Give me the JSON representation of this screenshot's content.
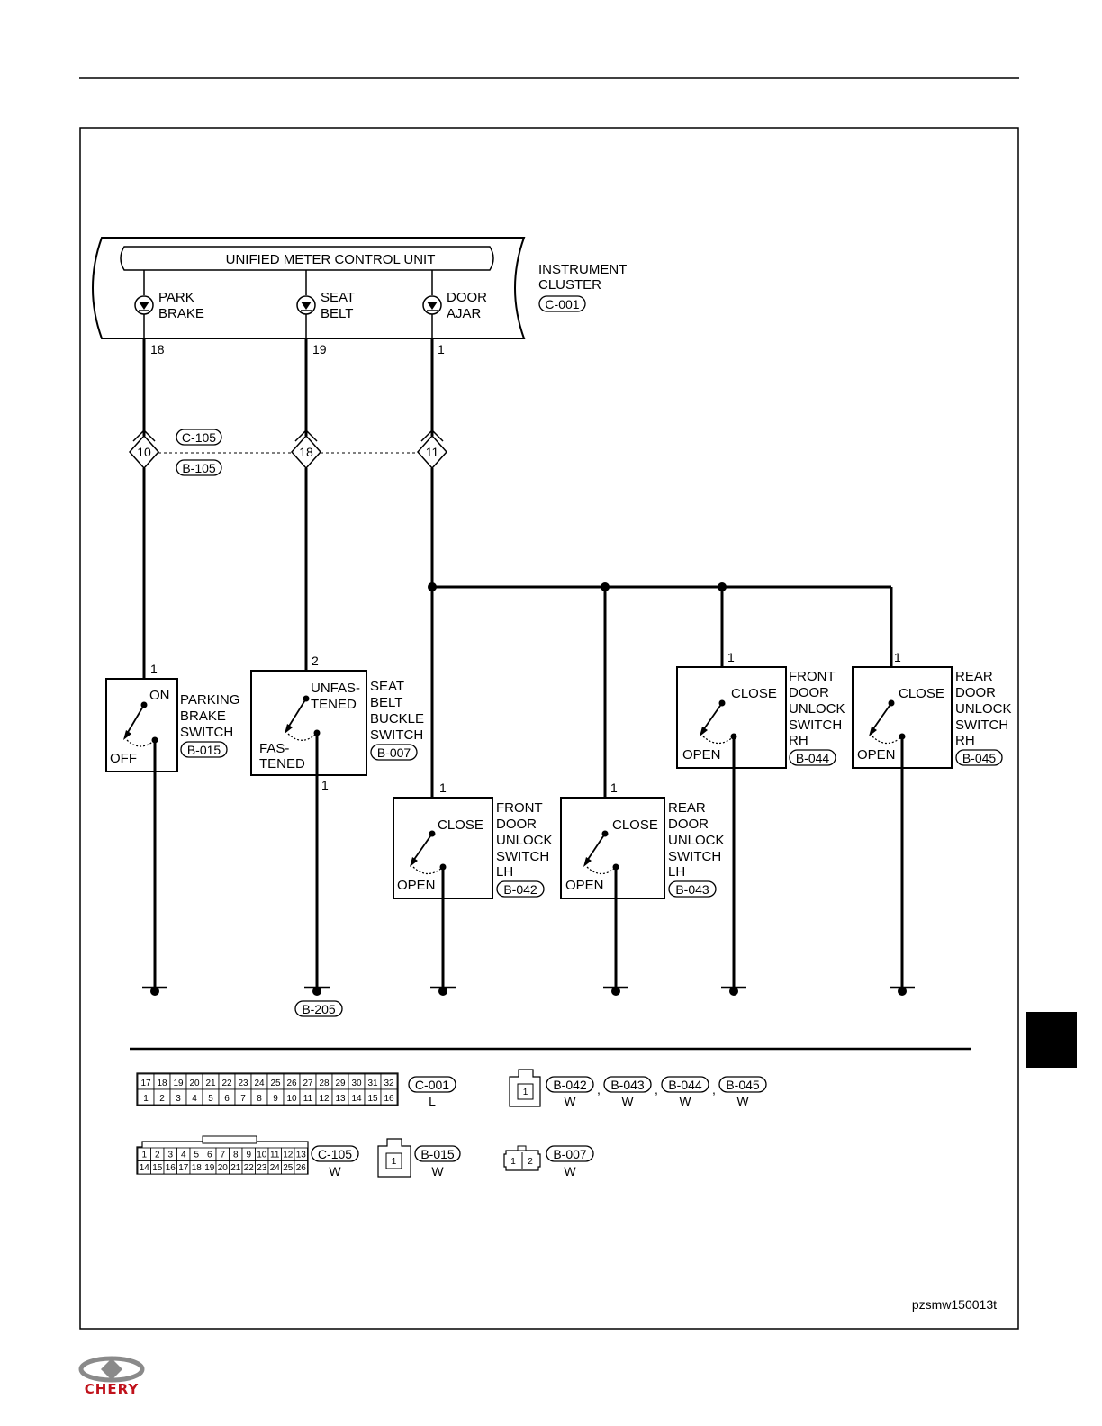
{
  "unit": {
    "title": "UNIFIED METER CONTROL UNIT",
    "cluster_line1": "INSTRUMENT",
    "cluster_line2": "CLUSTER",
    "cluster_conn": "C-001"
  },
  "indicators": [
    {
      "line1": "PARK",
      "line2": "BRAKE",
      "pin": "18"
    },
    {
      "line1": "SEAT",
      "line2": "BELT",
      "pin": "19"
    },
    {
      "line1": "DOOR",
      "line2": "AJAR",
      "pin": "1"
    }
  ],
  "inline": {
    "upper": "C-105",
    "lower": "B-105",
    "pins": [
      "10",
      "18",
      "11"
    ]
  },
  "switches": {
    "parking": {
      "pin": "1",
      "on": "ON",
      "off": "OFF",
      "name": [
        "PARKING",
        "BRAKE",
        "SWITCH"
      ],
      "conn": "B-015"
    },
    "seat": {
      "pin_top": "2",
      "pin_bottom": "1",
      "unfastened": [
        "UNFAS-",
        "TENED"
      ],
      "fastened": [
        "FAS-",
        "TENED"
      ],
      "name": [
        "SEAT",
        "BELT",
        "BUCKLE",
        "SWITCH"
      ],
      "conn": "B-007"
    },
    "fl": {
      "pin": "1",
      "close": "CLOSE",
      "open": "OPEN",
      "name": [
        "FRONT",
        "DOOR",
        "UNLOCK",
        "SWITCH",
        "LH"
      ],
      "conn": "B-042"
    },
    "rl": {
      "pin": "1",
      "close": "CLOSE",
      "open": "OPEN",
      "name": [
        "REAR",
        "DOOR",
        "UNLOCK",
        "SWITCH",
        "LH"
      ],
      "conn": "B-043"
    },
    "fr": {
      "pin": "1",
      "close": "CLOSE",
      "open": "OPEN",
      "name": [
        "FRONT",
        "DOOR",
        "UNLOCK",
        "SWITCH",
        "RH"
      ],
      "conn": "B-044"
    },
    "rr": {
      "pin": "1",
      "close": "CLOSE",
      "open": "OPEN",
      "name": [
        "REAR",
        "DOOR",
        "UNLOCK",
        "SWITCH",
        "RH"
      ],
      "conn": "B-045"
    }
  },
  "ground_conn": "B-205",
  "connectors": {
    "c001": {
      "id": "C-001",
      "color": "L",
      "top": [
        "17",
        "18",
        "19",
        "20",
        "21",
        "22",
        "23",
        "24",
        "25",
        "26",
        "27",
        "28",
        "29",
        "30",
        "31",
        "32"
      ],
      "bottom": [
        "1",
        "2",
        "3",
        "4",
        "5",
        "6",
        "7",
        "8",
        "9",
        "10",
        "11",
        "12",
        "13",
        "14",
        "15",
        "16"
      ]
    },
    "c105": {
      "id": "C-105",
      "color": "W",
      "top": [
        "1",
        "2",
        "3",
        "4",
        "5",
        "6",
        "7",
        "8",
        "9",
        "10",
        "11",
        "12",
        "13"
      ],
      "bottom": [
        "14",
        "15",
        "16",
        "17",
        "18",
        "19",
        "20",
        "21",
        "22",
        "23",
        "24",
        "25",
        "26"
      ]
    },
    "b015": {
      "id": "B-015",
      "color": "W",
      "pin": "1"
    },
    "door": {
      "ids": [
        "B-042",
        "B-043",
        "B-044",
        "B-045"
      ],
      "color": "W",
      "pin": "1",
      "sep": ","
    },
    "b007": {
      "id": "B-007",
      "color": "W",
      "pins": [
        "1",
        "2"
      ]
    }
  },
  "figure_id": "pzsmw150013t",
  "brand": "CHERY"
}
